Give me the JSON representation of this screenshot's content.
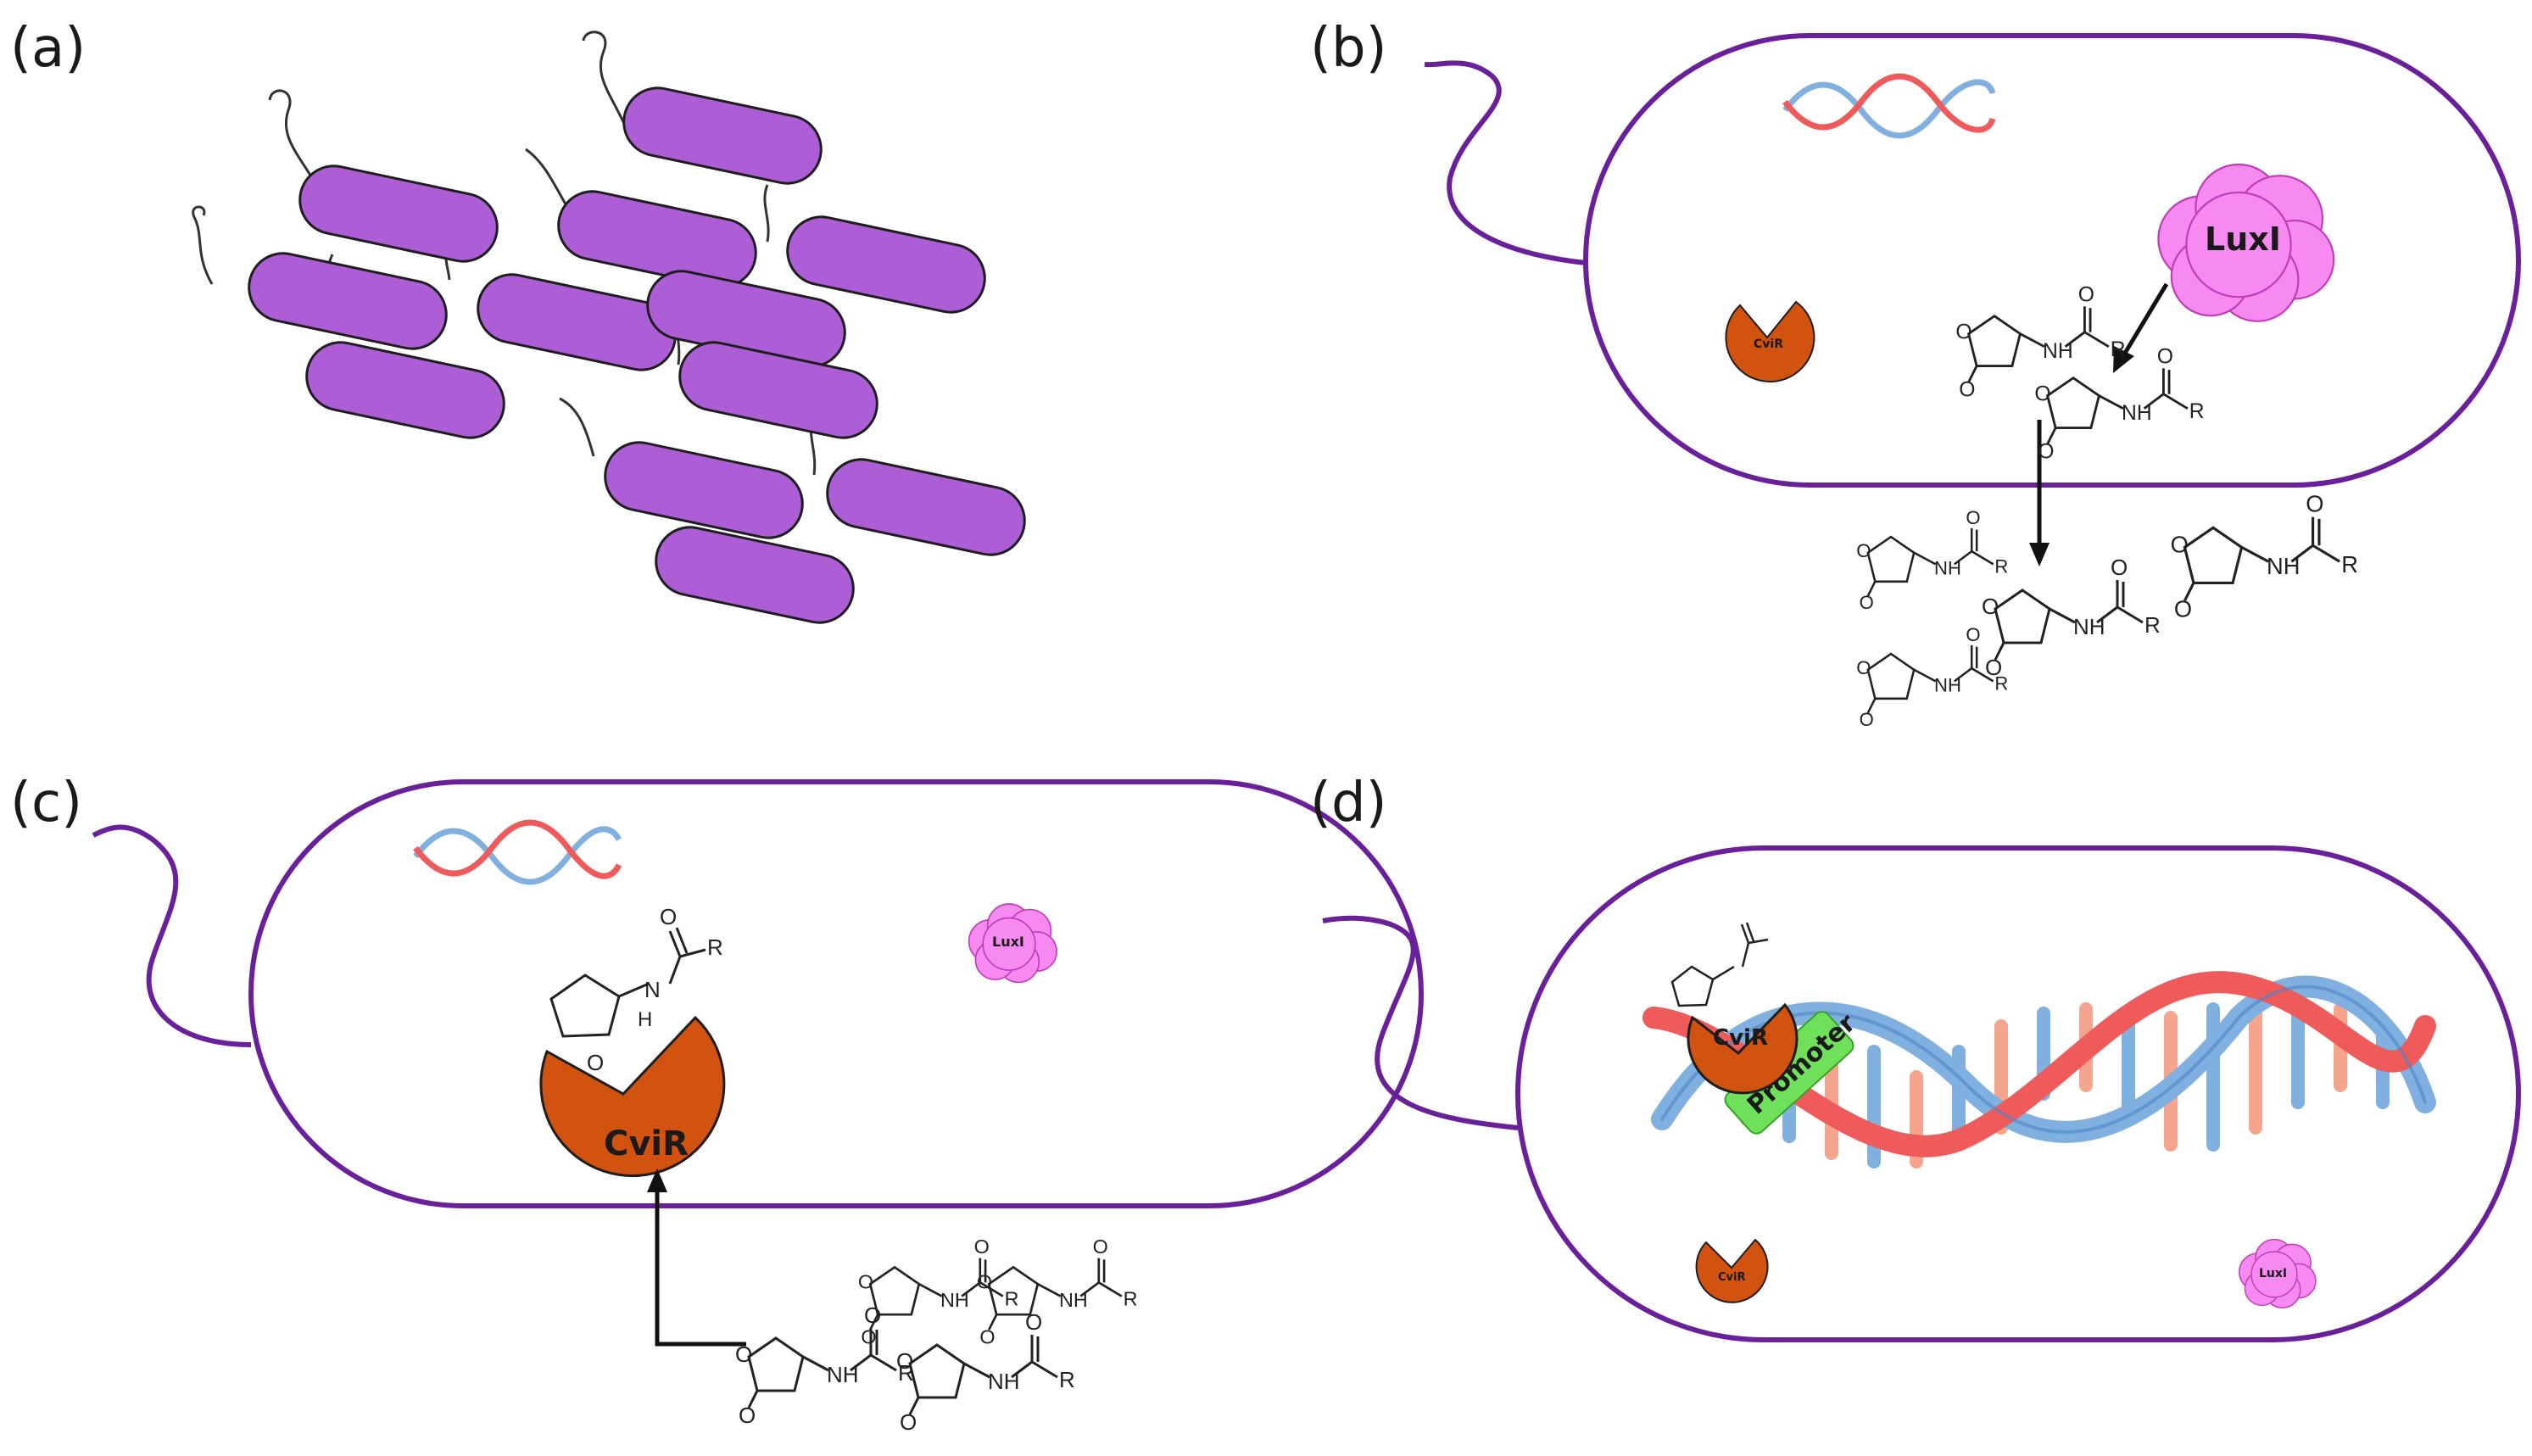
{
  "panels": {
    "a": {
      "label": "(a)"
    },
    "b": {
      "label": "(b)",
      "enzyme_label": "LuxI",
      "receptor_label": "CviR"
    },
    "c": {
      "label": "(c)",
      "enzyme_label": "LuxI",
      "receptor_label": "CviR"
    },
    "d": {
      "label": "(d)",
      "enzyme_label": "LuxI",
      "receptor_label": "CviR",
      "promoter_label": "Promoter"
    }
  },
  "molecule": {
    "nh": "NH",
    "n": "N",
    "h": "H",
    "o": "O",
    "r": "R"
  },
  "colors": {
    "cell_fill": "#ad5ed6",
    "membrane": "#6a1f9b",
    "flagellum": "#6a1f9b",
    "luxi": "#f78af0",
    "cvir": "#d2520f",
    "dna_blue": "#7fb0e0",
    "dna_red": "#ef5a5a",
    "promoter": "#6fe05a"
  }
}
